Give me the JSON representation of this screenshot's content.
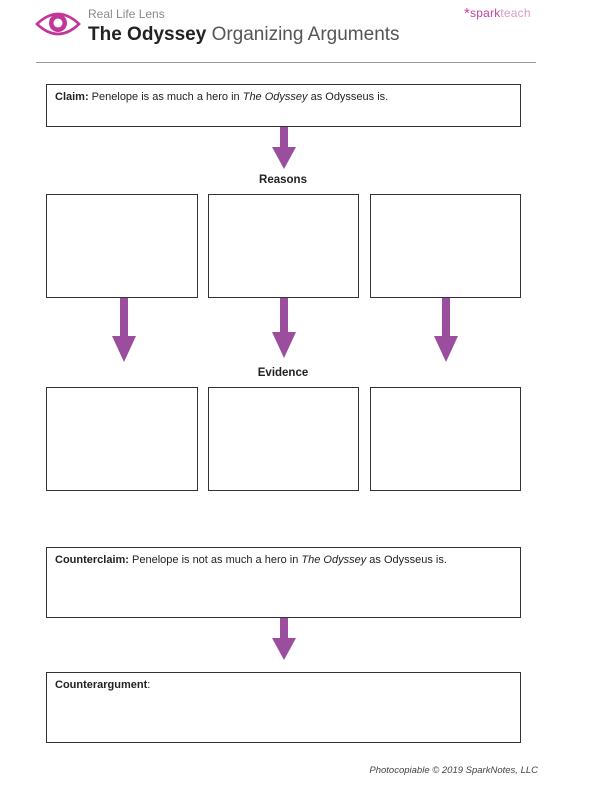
{
  "header": {
    "series_label": "Real Life Lens",
    "title_main": "The Odyssey",
    "title_sub": "Organizing Arguments",
    "brand_spark": "spark",
    "brand_teach": "teach",
    "brand_asterisk": "*"
  },
  "claim": {
    "label": "Claim:",
    "text_before": " Penelope is as much a hero in ",
    "text_italic": "The Odyssey",
    "text_after": " as Odysseus is."
  },
  "sections": {
    "reasons": "Reasons",
    "evidence": "Evidence"
  },
  "counterclaim": {
    "label": "Counterclaim:",
    "text_before": " Penelope is not as much a hero in ",
    "text_italic": "The Odyssey",
    "text_after": " as Odysseus is."
  },
  "counterargument": {
    "label": "Counterargument",
    "suffix": ":"
  },
  "footer": {
    "text": "Photocopiable © 2019 SparkNotes, LLC"
  },
  "colors": {
    "accent": "#9b4d9e",
    "eye": "#c2369a",
    "border": "#333333"
  },
  "icons": {
    "logo": "eye-icon",
    "arrow": "down-arrow-icon"
  }
}
